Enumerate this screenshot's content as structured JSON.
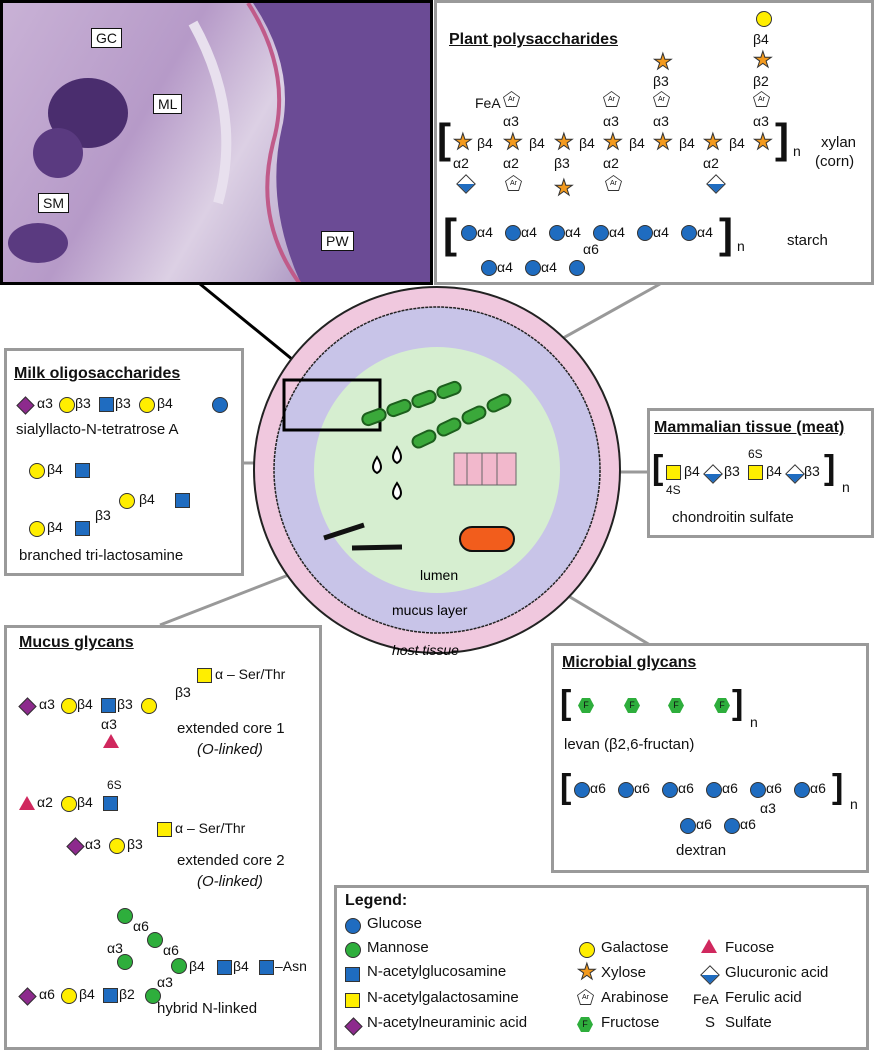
{
  "micrograph": {
    "labels": {
      "gc": "GC",
      "ml": "ML",
      "sm": "SM",
      "pw": "PW"
    }
  },
  "plant": {
    "title": "Plant polysaccharides",
    "xylan": "xylan",
    "xylan2": "(corn)",
    "starch": "starch",
    "n": "n",
    "feA": "FeA",
    "bonds": {
      "b4": "β4",
      "a3": "α3",
      "a2": "α2",
      "b3": "β3",
      "b2": "β2",
      "a4": "α4",
      "a6": "α6"
    }
  },
  "milk": {
    "title": "Milk oligosaccharides",
    "name1": "sialyllacto-N-tetratrose A",
    "name2": "branched tri-lactosamine"
  },
  "mammal": {
    "title": "Mammalian tissue (meat)",
    "name": "chondroitin sulfate",
    "s6": "6S",
    "s4": "4S"
  },
  "mucus": {
    "title": "Mucus glycans",
    "serthr": "α – Ser/Thr",
    "asn": "–Asn",
    "n1a": "extended core 1",
    "n1b": "(O-linked)",
    "n2a": "extended core 2",
    "n2b": "(O-linked)",
    "n3": "hybrid N-linked",
    "s6": "6S"
  },
  "microbial": {
    "title": "Microbial glycans",
    "levan": "levan (β2,6-fructan)",
    "dextran": "dextran",
    "f": "F"
  },
  "gut": {
    "lumen": "lumen",
    "mucus": "mucus  layer",
    "host": "host  tissue"
  },
  "legend": {
    "title": "Legend:",
    "items": [
      "Glucose",
      "Mannose",
      "N-acetylglucosamine",
      "N-acetylgalactosamine",
      "N-acetylneuraminic acid",
      "Galactose",
      "Xylose",
      "Arabinose",
      "Fructose",
      "Fucose",
      "Glucuronic acid",
      "Ferulic acid",
      "Sulfate"
    ],
    "feA": "FeA",
    "s": "S",
    "ar": "Ar"
  }
}
